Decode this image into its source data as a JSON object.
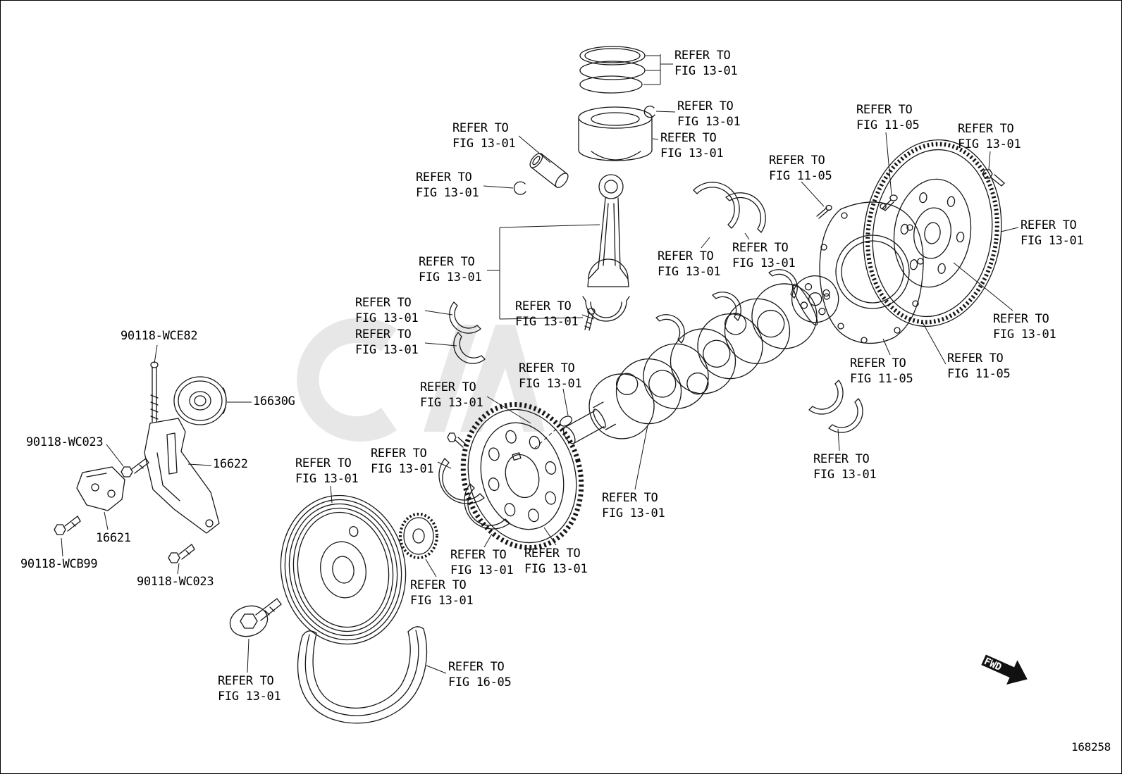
{
  "diagram": {
    "number": "168258",
    "fwd_label": "FWD"
  },
  "refer_labels": [
    {
      "text": "REFER TO\nFIG 13-01"
    },
    {
      "text": "REFER TO\nFIG 13-01"
    },
    {
      "text": "REFER TO\nFIG 13-01"
    },
    {
      "text": "REFER TO\nFIG 13-01"
    },
    {
      "text": "REFER TO\nFIG 11-05"
    },
    {
      "text": "REFER TO\nFIG 13-01"
    },
    {
      "text": "REFER TO\nFIG 11-05"
    },
    {
      "text": "REFER TO\nFIG 13-01"
    },
    {
      "text": "REFER TO\nFIG 13-01"
    },
    {
      "text": "REFER TO\nFIG 13-01"
    },
    {
      "text": "REFER TO\nFIG 13-01"
    },
    {
      "text": "REFER TO\nFIG 13-01"
    },
    {
      "text": "REFER TO\nFIG 13-01"
    },
    {
      "text": "REFER TO\nFIG 13-01"
    },
    {
      "text": "REFER TO\nFIG 13-01"
    },
    {
      "text": "REFER TO\nFIG 13-01"
    },
    {
      "text": "REFER TO\nFIG 11-05"
    },
    {
      "text": "REFER TO\nFIG 11-05"
    },
    {
      "text": "REFER TO\nFIG 13-01"
    },
    {
      "text": "REFER TO\nFIG 13-01"
    },
    {
      "text": "REFER TO\nFIG 13-01"
    },
    {
      "text": "REFER TO\nFIG 13-01"
    },
    {
      "text": "REFER TO\nFIG 13-01"
    },
    {
      "text": "REFER TO\nFIG 13-01"
    },
    {
      "text": "REFER TO\nFIG 13-01"
    },
    {
      "text": "REFER TO\nFIG 13-01"
    },
    {
      "text": "REFER TO\nFIG 13-01"
    },
    {
      "text": "REFER TO\nFIG 13-01"
    },
    {
      "text": "REFER TO\nFIG 16-05"
    }
  ],
  "part_labels": [
    {
      "text": "90118-WCE82"
    },
    {
      "text": "16630G"
    },
    {
      "text": "90118-WC023"
    },
    {
      "text": "16622"
    },
    {
      "text": "16621"
    },
    {
      "text": "90118-WCB99"
    },
    {
      "text": "90118-WC023"
    }
  ]
}
